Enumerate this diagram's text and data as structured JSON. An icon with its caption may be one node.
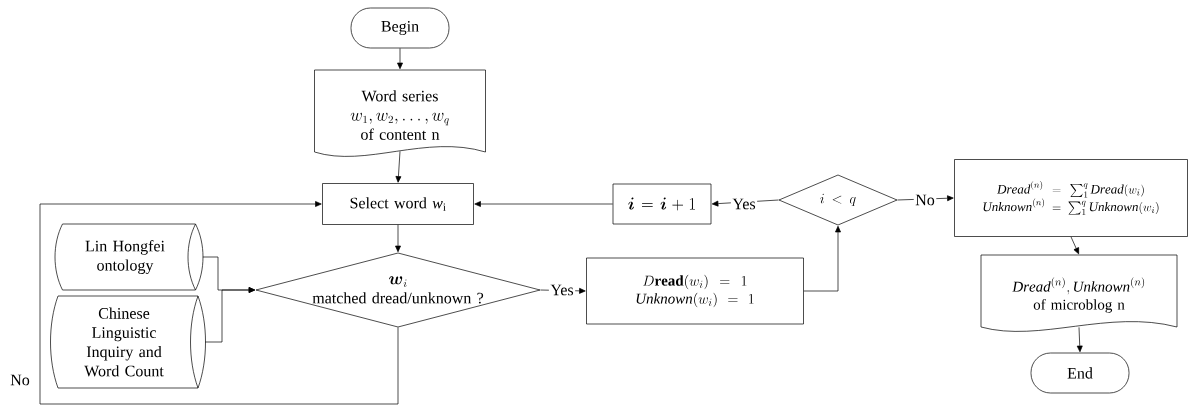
{
  "diagram": {
    "nodes": [
      {
        "text": [
          "Begin"
        ]
      },
      {
        "text": [
          "Word series",
          "w_1 , w_2 ,\\ldots, w_q",
          "of content  n"
        ]
      },
      {
        "text": [
          "Select word  *w*$_{i}$"
        ]
      },
      {
        "text": [
          "Lin Hongfei ontology"
        ]
      },
      {
        "text": [
          "Chinese Linguistic Inquiry and Word Count"
        ]
      },
      {
        "text": [
          "\\boldsymbol{w}_i",
          "matched dread/unknown ?"
        ]
      },
      {
        "text": [
          "D\\mathbf{read}(w_i) = 1",
          "\\mathit{Unknown}(w_i) = 1"
        ]
      },
      {
        "text": [
          "i < q"
        ]
      },
      {
        "text": [
          "\\boldsymbol{i}=\\boldsymbol{i}+1"
        ]
      },
      {
        "text": [
          "\\mathit{Dread}^{(n)} = \\sum_1^q \\mathit{Dread}(w_i)",
          "\\mathit{Unknown}^{(n)} = \\sum_1^q \\mathit{Unknown}(w_i)"
        ]
      },
      {
        "text": [
          "\\mathit{Dread}^{(n)},\\mathit{Unknown}^{(n)}",
          "of microblog n"
        ]
      },
      {
        "text": [
          "End"
        ]
      }
    ],
    "edges": [
      {
        "from": 0,
        "to": 1,
        "arrow": "to"
      },
      {
        "from": 1,
        "to": 2,
        "arrow": "to"
      },
      {
        "from": 2,
        "to": 5,
        "arrow": "to"
      },
      {
        "from": 3,
        "to": 5,
        "arrow": "to"
      },
      {
        "from": 4,
        "to": 5,
        "arrow": "to"
      },
      {
        "from": 5,
        "to": 6,
        "arrow": "to",
        "label": "Yes"
      },
      {
        "from": 6,
        "to": 7,
        "arrow": "to"
      },
      {
        "from": 7,
        "to": 8,
        "arrow": "to",
        "label": "Yes"
      },
      {
        "from": 8,
        "to": 2,
        "arrow": "to"
      },
      {
        "from": 7,
        "to": 9,
        "arrow": "to",
        "label": "No"
      },
      {
        "from": 9,
        "to": 10,
        "arrow": "to"
      },
      {
        "from": 10,
        "to": 11,
        "arrow": "to"
      },
      {
        "from": 5,
        "to": 2,
        "arrow": "to",
        "label": "No"
      }
    ]
  }
}
